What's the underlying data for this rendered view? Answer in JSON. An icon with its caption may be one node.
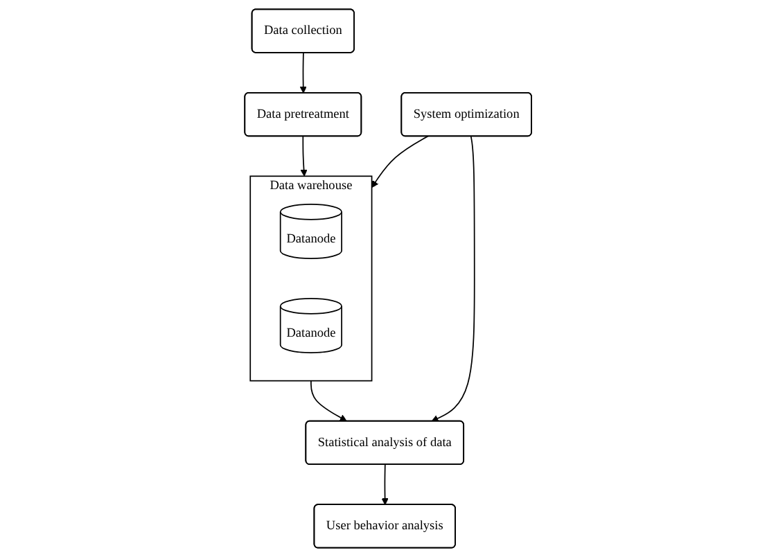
{
  "diagram": {
    "nodes": [
      {
        "text": [
          "Data collection"
        ]
      },
      {
        "text": [
          "Data pretreatment"
        ]
      },
      {
        "text": [
          "Data warehouse"
        ]
      },
      {
        "text": [
          "Datanode"
        ],
        "in": 2
      },
      {
        "text": [
          "Datanode"
        ],
        "in": 2
      },
      {
        "text": [
          "System optimization"
        ]
      },
      {
        "text": [
          "Statistical analysis of data"
        ]
      },
      {
        "text": [
          "User behavior analysis"
        ]
      }
    ],
    "edges": [
      {
        "from": 0,
        "to": 1,
        "arrow": "to"
      },
      {
        "from": 1,
        "to": 2,
        "arrow": "to"
      },
      {
        "from": 5,
        "to": 2,
        "arrow": "to"
      },
      {
        "from": 5,
        "to": 6,
        "arrow": "to"
      },
      {
        "from": 2,
        "to": 6,
        "arrow": "to"
      },
      {
        "from": 6,
        "to": 7,
        "arrow": "to"
      }
    ]
  }
}
